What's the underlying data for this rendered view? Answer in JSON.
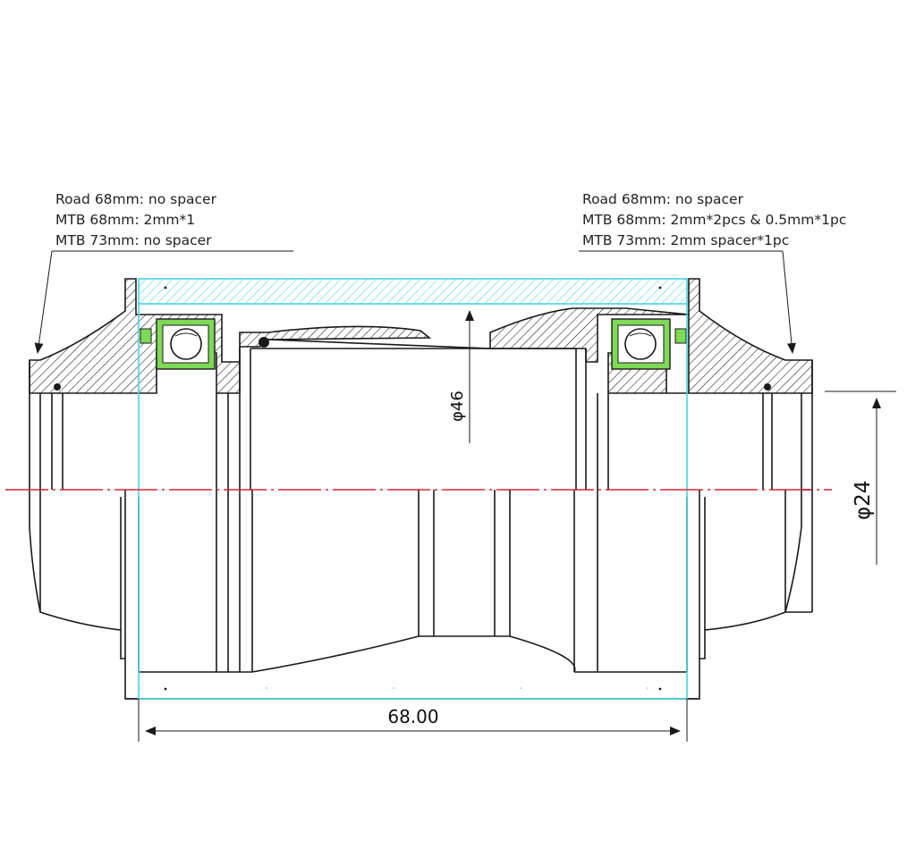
{
  "left_note": {
    "lines": [
      "Road 68mm: no spacer",
      "MTB 68mm: 2mm*1",
      "MTB 73mm: no spacer"
    ]
  },
  "right_note": {
    "lines": [
      "Road 68mm: no spacer",
      "MTB 68mm: 2mm*2pcs & 0.5mm*1pc",
      "MTB 73mm: 2mm spacer*1pc"
    ]
  },
  "dimensions": {
    "shell_width": "68.00",
    "bore_diameter": "φ46",
    "spindle_diameter": "φ24"
  },
  "colors": {
    "outline": "#1a1a1a",
    "centerline": "#d9262e",
    "shell_highlight": "#49d3e0",
    "bearing_seal": "#7ed957"
  }
}
